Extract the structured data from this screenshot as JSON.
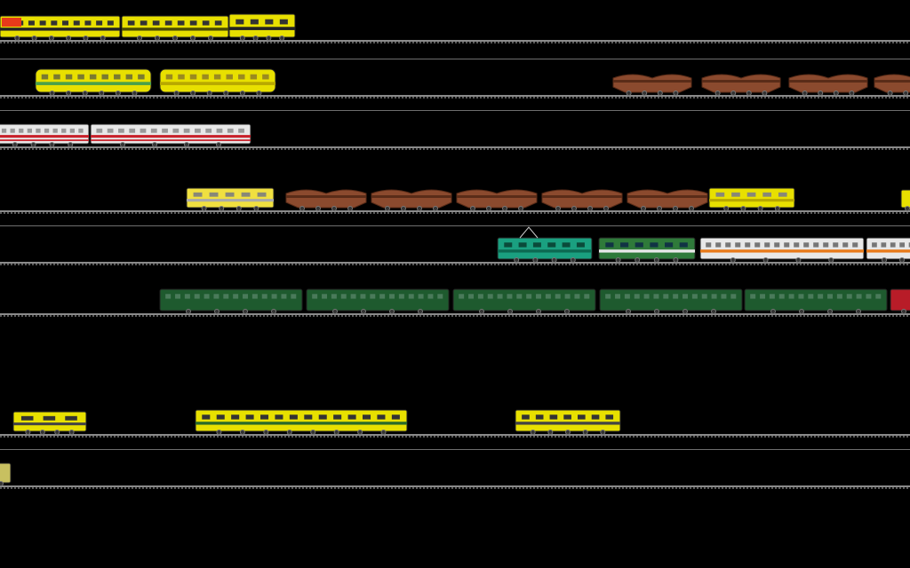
{
  "view": {
    "background": "#000000"
  },
  "colors": {
    "track_rail": "#8a8a8a",
    "track_tie": "#5a5a5a",
    "divider": "#6e6e6e",
    "yellow": "#e8e000",
    "yellow_dark": "#b8a800",
    "hopper_brown": "#8b4a2e",
    "hopper_dark": "#5a2c18",
    "green_coach": "#1e5a2e",
    "teal_loco": "#1aa080",
    "sncf_green": "#2f7a3a",
    "white_coach": "#e8e8e8",
    "orange_band": "#e87a1a",
    "red_band": "#c8202a",
    "coach_red": "#b81c28"
  },
  "tracks": [
    {
      "id": "track-1",
      "trains": [
        {
          "kind": "track-machine-long",
          "name": "maintenance-train",
          "color": "yellow"
        }
      ]
    },
    {
      "id": "track-2",
      "trains": [
        {
          "kind": "diesel-pair",
          "name": "diesel-locomotive-pair",
          "color": "yellow"
        },
        {
          "kind": "hopper-set",
          "name": "hopper-wagon-set",
          "color": "hopper_brown",
          "count": 4
        }
      ]
    },
    {
      "id": "track-3",
      "trains": [
        {
          "kind": "coach-set",
          "name": "red-white-coaches",
          "color": "white_coach",
          "count": 2
        }
      ]
    },
    {
      "id": "track-4",
      "trains": [
        {
          "kind": "freight-train",
          "name": "freight-train",
          "color": "hopper_brown",
          "count": 5
        }
      ]
    },
    {
      "id": "track-5",
      "trains": [
        {
          "kind": "electric-passenger",
          "name": "electric-passenger-train",
          "color": "teal_loco"
        }
      ]
    },
    {
      "id": "track-6",
      "trains": [
        {
          "kind": "green-coaches",
          "name": "green-coach-train",
          "color": "green_coach",
          "count": 5
        }
      ]
    },
    {
      "id": "track-7",
      "trains": [
        {
          "kind": "small-machines",
          "name": "yellow-track-machines",
          "color": "yellow",
          "count": 3
        }
      ]
    },
    {
      "id": "track-8",
      "trains": [
        {
          "kind": "edge-car",
          "name": "partial-car",
          "color": "yellow"
        }
      ]
    }
  ]
}
